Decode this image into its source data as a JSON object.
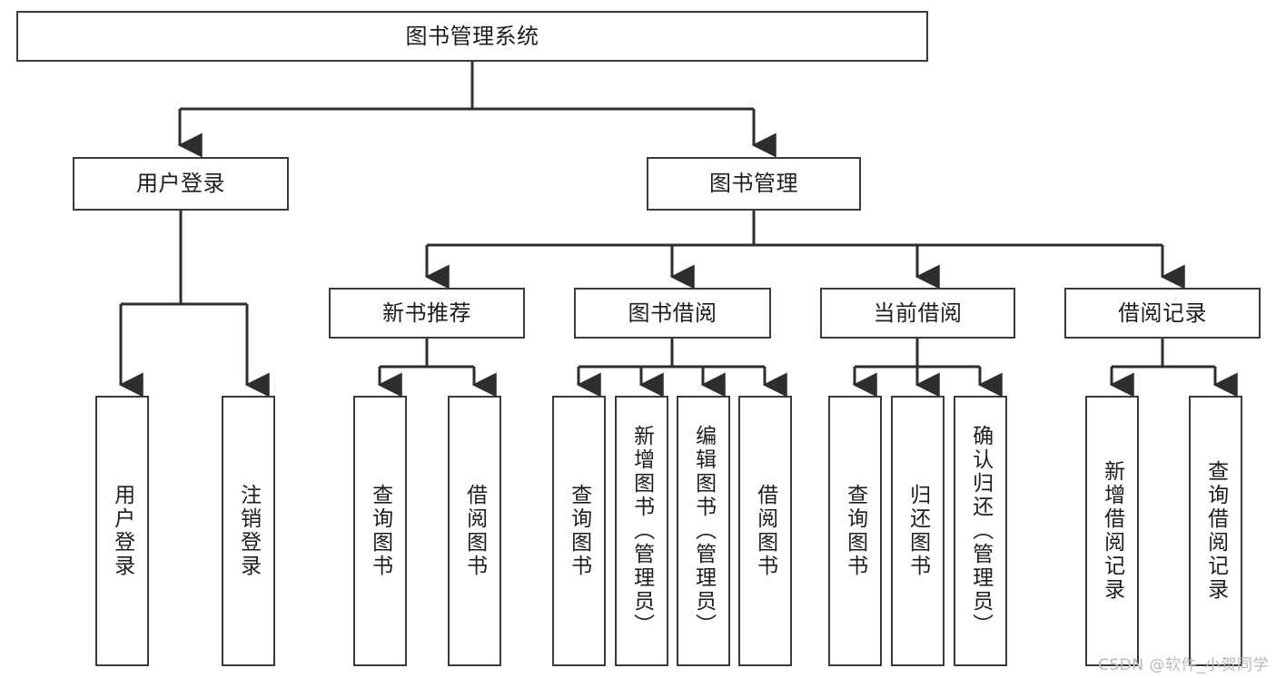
{
  "diagram": {
    "type": "tree-hierarchy-diagram",
    "title": "图书管理系统",
    "watermark": "CSDN @软件_小贺同学",
    "colors": {
      "box_border": "#3a3a3a",
      "box_fill": "#ffffff",
      "connector": "#2e2e2e",
      "text": "#1d1d1d",
      "watermark": "#b9b9b9",
      "background": "#ffffff"
    },
    "root": {
      "label": "图书管理系统"
    },
    "level2": [
      {
        "label": "用户登录"
      },
      {
        "label": "图书管理"
      }
    ],
    "level3": [
      {
        "label": "新书推荐"
      },
      {
        "label": "图书借阅"
      },
      {
        "label": "当前借阅"
      },
      {
        "label": "借阅记录"
      }
    ],
    "leaves": {
      "user_login": [
        {
          "label": "用户登录"
        },
        {
          "label": "注销登录"
        }
      ],
      "new_book_recommend": [
        {
          "label": "查询图书"
        },
        {
          "label": "借阅图书"
        }
      ],
      "book_borrow": [
        {
          "label": "查询图书"
        },
        {
          "label": "新增图书（管理员）"
        },
        {
          "label": "编辑图书（管理员）"
        },
        {
          "label": "借阅图书"
        }
      ],
      "current_borrow": [
        {
          "label": "查询图书"
        },
        {
          "label": "归还图书"
        },
        {
          "label": "确认归还（管理员）"
        }
      ],
      "borrow_record": [
        {
          "label": "新增借阅记录"
        },
        {
          "label": "查询借阅记录"
        }
      ]
    }
  }
}
